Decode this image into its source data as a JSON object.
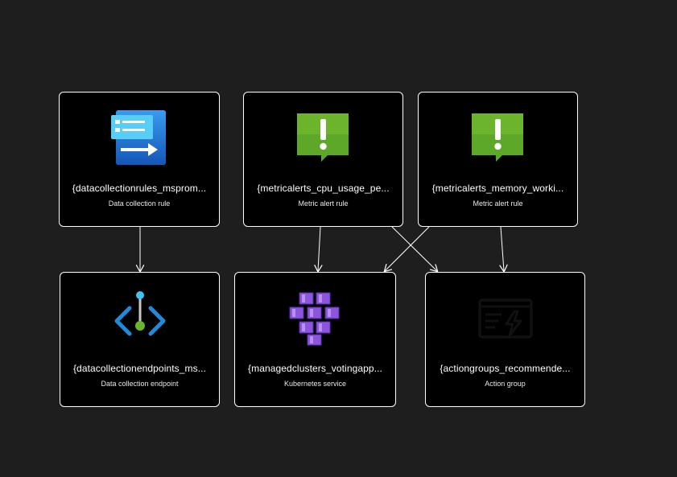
{
  "nodes": {
    "dcr": {
      "title": "{datacollectionrules_msprom...",
      "subtitle": "Data collection rule",
      "icon": "data-collection-rule-icon"
    },
    "cpu_alert": {
      "title": "{metricalerts_cpu_usage_pe...",
      "subtitle": "Metric alert rule",
      "icon": "metric-alert-icon"
    },
    "memory_alert": {
      "title": "{metricalerts_memory_worki...",
      "subtitle": "Metric alert rule",
      "icon": "metric-alert-icon"
    },
    "dce": {
      "title": "{datacollectionendpoints_ms...",
      "subtitle": "Data collection endpoint",
      "icon": "data-collection-endpoint-icon"
    },
    "aks": {
      "title": "{managedclusters_votingapp...",
      "subtitle": "Kubernetes service",
      "icon": "kubernetes-service-icon"
    },
    "action_group": {
      "title": "{actiongroups_recommende...",
      "subtitle": "Action group",
      "icon": "action-group-icon"
    }
  },
  "edges": [
    {
      "from": "dcr",
      "to": "dce"
    },
    {
      "from": "cpu_alert",
      "to": "aks"
    },
    {
      "from": "cpu_alert",
      "to": "action_group"
    },
    {
      "from": "memory_alert",
      "to": "aks"
    },
    {
      "from": "memory_alert",
      "to": "action_group"
    }
  ],
  "colors": {
    "background": "#1e1e1e",
    "node_fill": "#000000",
    "node_border": "#ffffff",
    "edge": "#ffffff",
    "alert_green": "#5ea829",
    "azure_blue": "#0078d4",
    "kubernetes_purple": "#7b3fcf"
  }
}
